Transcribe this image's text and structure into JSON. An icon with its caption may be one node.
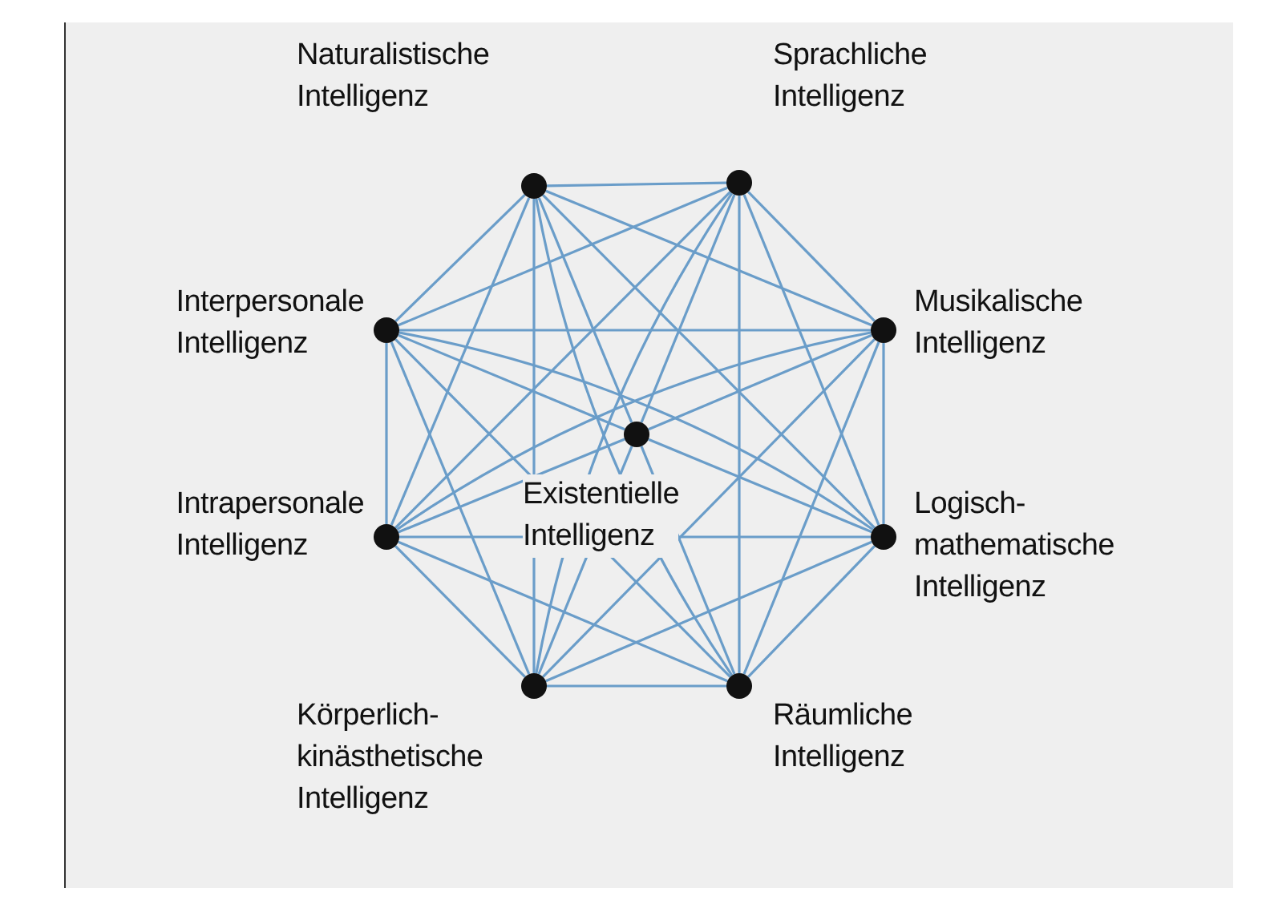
{
  "diagram": {
    "nodes": [
      {
        "text": [],
        "shape": "circle",
        "beside": [
          "Naturalistische Intelligenz"
        ]
      },
      {
        "text": [],
        "shape": "circle",
        "beside": [
          "Sprachliche Intelligenz"
        ]
      },
      {
        "text": [],
        "shape": "circle",
        "beside": [
          "Interpersonale Intelligenz"
        ]
      },
      {
        "text": [],
        "shape": "circle",
        "beside": [
          "Musikalische Intelligenz"
        ]
      },
      {
        "text": [],
        "shape": "circle",
        "beside": [
          "Existentielle Intelligenz"
        ]
      },
      {
        "text": [],
        "shape": "circle",
        "beside": [
          "Intrapersonale Intelligenz"
        ]
      },
      {
        "text": [],
        "shape": "circle",
        "beside": [
          "Logisch-mathematische Intelligenz"
        ]
      },
      {
        "text": [],
        "shape": "circle",
        "beside": [
          "Körperlich-kinästhetische Intelligenz"
        ]
      },
      {
        "text": [],
        "shape": "circle",
        "beside": [
          "Räumliche Intelligenz"
        ]
      }
    ],
    "edges": [
      {
        "from": 0,
        "to": 1,
        "arrow": "none"
      },
      {
        "from": 0,
        "to": 2,
        "arrow": "none"
      },
      {
        "from": 0,
        "to": 3,
        "arrow": "none"
      },
      {
        "from": 0,
        "to": 4,
        "arrow": "none"
      },
      {
        "from": 0,
        "to": 5,
        "arrow": "none"
      },
      {
        "from": 0,
        "to": 6,
        "arrow": "none"
      },
      {
        "from": 0,
        "to": 7,
        "arrow": "none"
      },
      {
        "from": 0,
        "to": 8,
        "arrow": "none"
      },
      {
        "from": 1,
        "to": 2,
        "arrow": "none"
      },
      {
        "from": 1,
        "to": 3,
        "arrow": "none"
      },
      {
        "from": 1,
        "to": 4,
        "arrow": "none"
      },
      {
        "from": 1,
        "to": 5,
        "arrow": "none"
      },
      {
        "from": 1,
        "to": 6,
        "arrow": "none"
      },
      {
        "from": 1,
        "to": 7,
        "arrow": "none"
      },
      {
        "from": 1,
        "to": 8,
        "arrow": "none"
      },
      {
        "from": 2,
        "to": 3,
        "arrow": "none"
      },
      {
        "from": 2,
        "to": 4,
        "arrow": "none"
      },
      {
        "from": 2,
        "to": 5,
        "arrow": "none"
      },
      {
        "from": 2,
        "to": 6,
        "arrow": "none"
      },
      {
        "from": 2,
        "to": 7,
        "arrow": "none"
      },
      {
        "from": 2,
        "to": 8,
        "arrow": "none"
      },
      {
        "from": 3,
        "to": 4,
        "arrow": "none"
      },
      {
        "from": 3,
        "to": 5,
        "arrow": "none"
      },
      {
        "from": 3,
        "to": 6,
        "arrow": "none"
      },
      {
        "from": 3,
        "to": 7,
        "arrow": "none"
      },
      {
        "from": 3,
        "to": 8,
        "arrow": "none"
      },
      {
        "from": 4,
        "to": 5,
        "arrow": "none"
      },
      {
        "from": 4,
        "to": 6,
        "arrow": "none"
      },
      {
        "from": 4,
        "to": 7,
        "arrow": "none"
      },
      {
        "from": 4,
        "to": 8,
        "arrow": "none"
      },
      {
        "from": 5,
        "to": 6,
        "arrow": "none"
      },
      {
        "from": 5,
        "to": 7,
        "arrow": "none"
      },
      {
        "from": 5,
        "to": 8,
        "arrow": "none"
      },
      {
        "from": 6,
        "to": 7,
        "arrow": "none"
      },
      {
        "from": 6,
        "to": 8,
        "arrow": "none"
      },
      {
        "from": 7,
        "to": 8,
        "arrow": "none"
      }
    ]
  }
}
